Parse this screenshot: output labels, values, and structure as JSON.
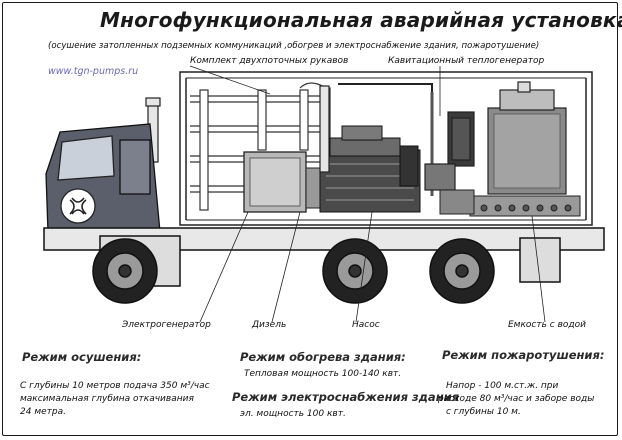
{
  "title": "Многофункциональная аварийная установка.",
  "subtitle": "(осушение затопленных подземных коммуникаций ,обогрев и электроснабжение здания, пожаротушение)",
  "website": "www.tgn-pumps.ru",
  "callouts": {
    "hoses": "Комплект двухпоточных рукавов",
    "heat_generator": "Кавитационный теплогенератор",
    "generator": "Электрогенератор",
    "diesel": "Дизель",
    "pump": "Насос",
    "tank": "Емкость с водой"
  },
  "modes": {
    "drainage": {
      "heading": "Режим осушения:",
      "lines": [
        "С глубины 10 метров подача 350 м³/час",
        "максимальная глубина откачивания",
        "24 метра."
      ]
    },
    "heating": {
      "heading": "Режим обогрева здания:",
      "lines": [
        "Тепловая мощность 100-140 квт."
      ]
    },
    "power": {
      "heading": "Режим электроснабжения здания",
      "lines": [
        "эл. мощность 100 квт."
      ]
    },
    "fire": {
      "heading": "Режим пожаротушения:",
      "lines": [
        "Напор - 100 м.ст.ж. при",
        "расходе 80 м³/час и заборе воды",
        "с глубины 10 м."
      ]
    }
  },
  "colors": {
    "cab": "#5b5f6b",
    "engine": "#4a4a4a",
    "tank": "#8a8a8a",
    "pump_frame": "#9a9a9a",
    "website": "#6a6ab0"
  },
  "icons": [
    "tgn-logo-icon"
  ]
}
